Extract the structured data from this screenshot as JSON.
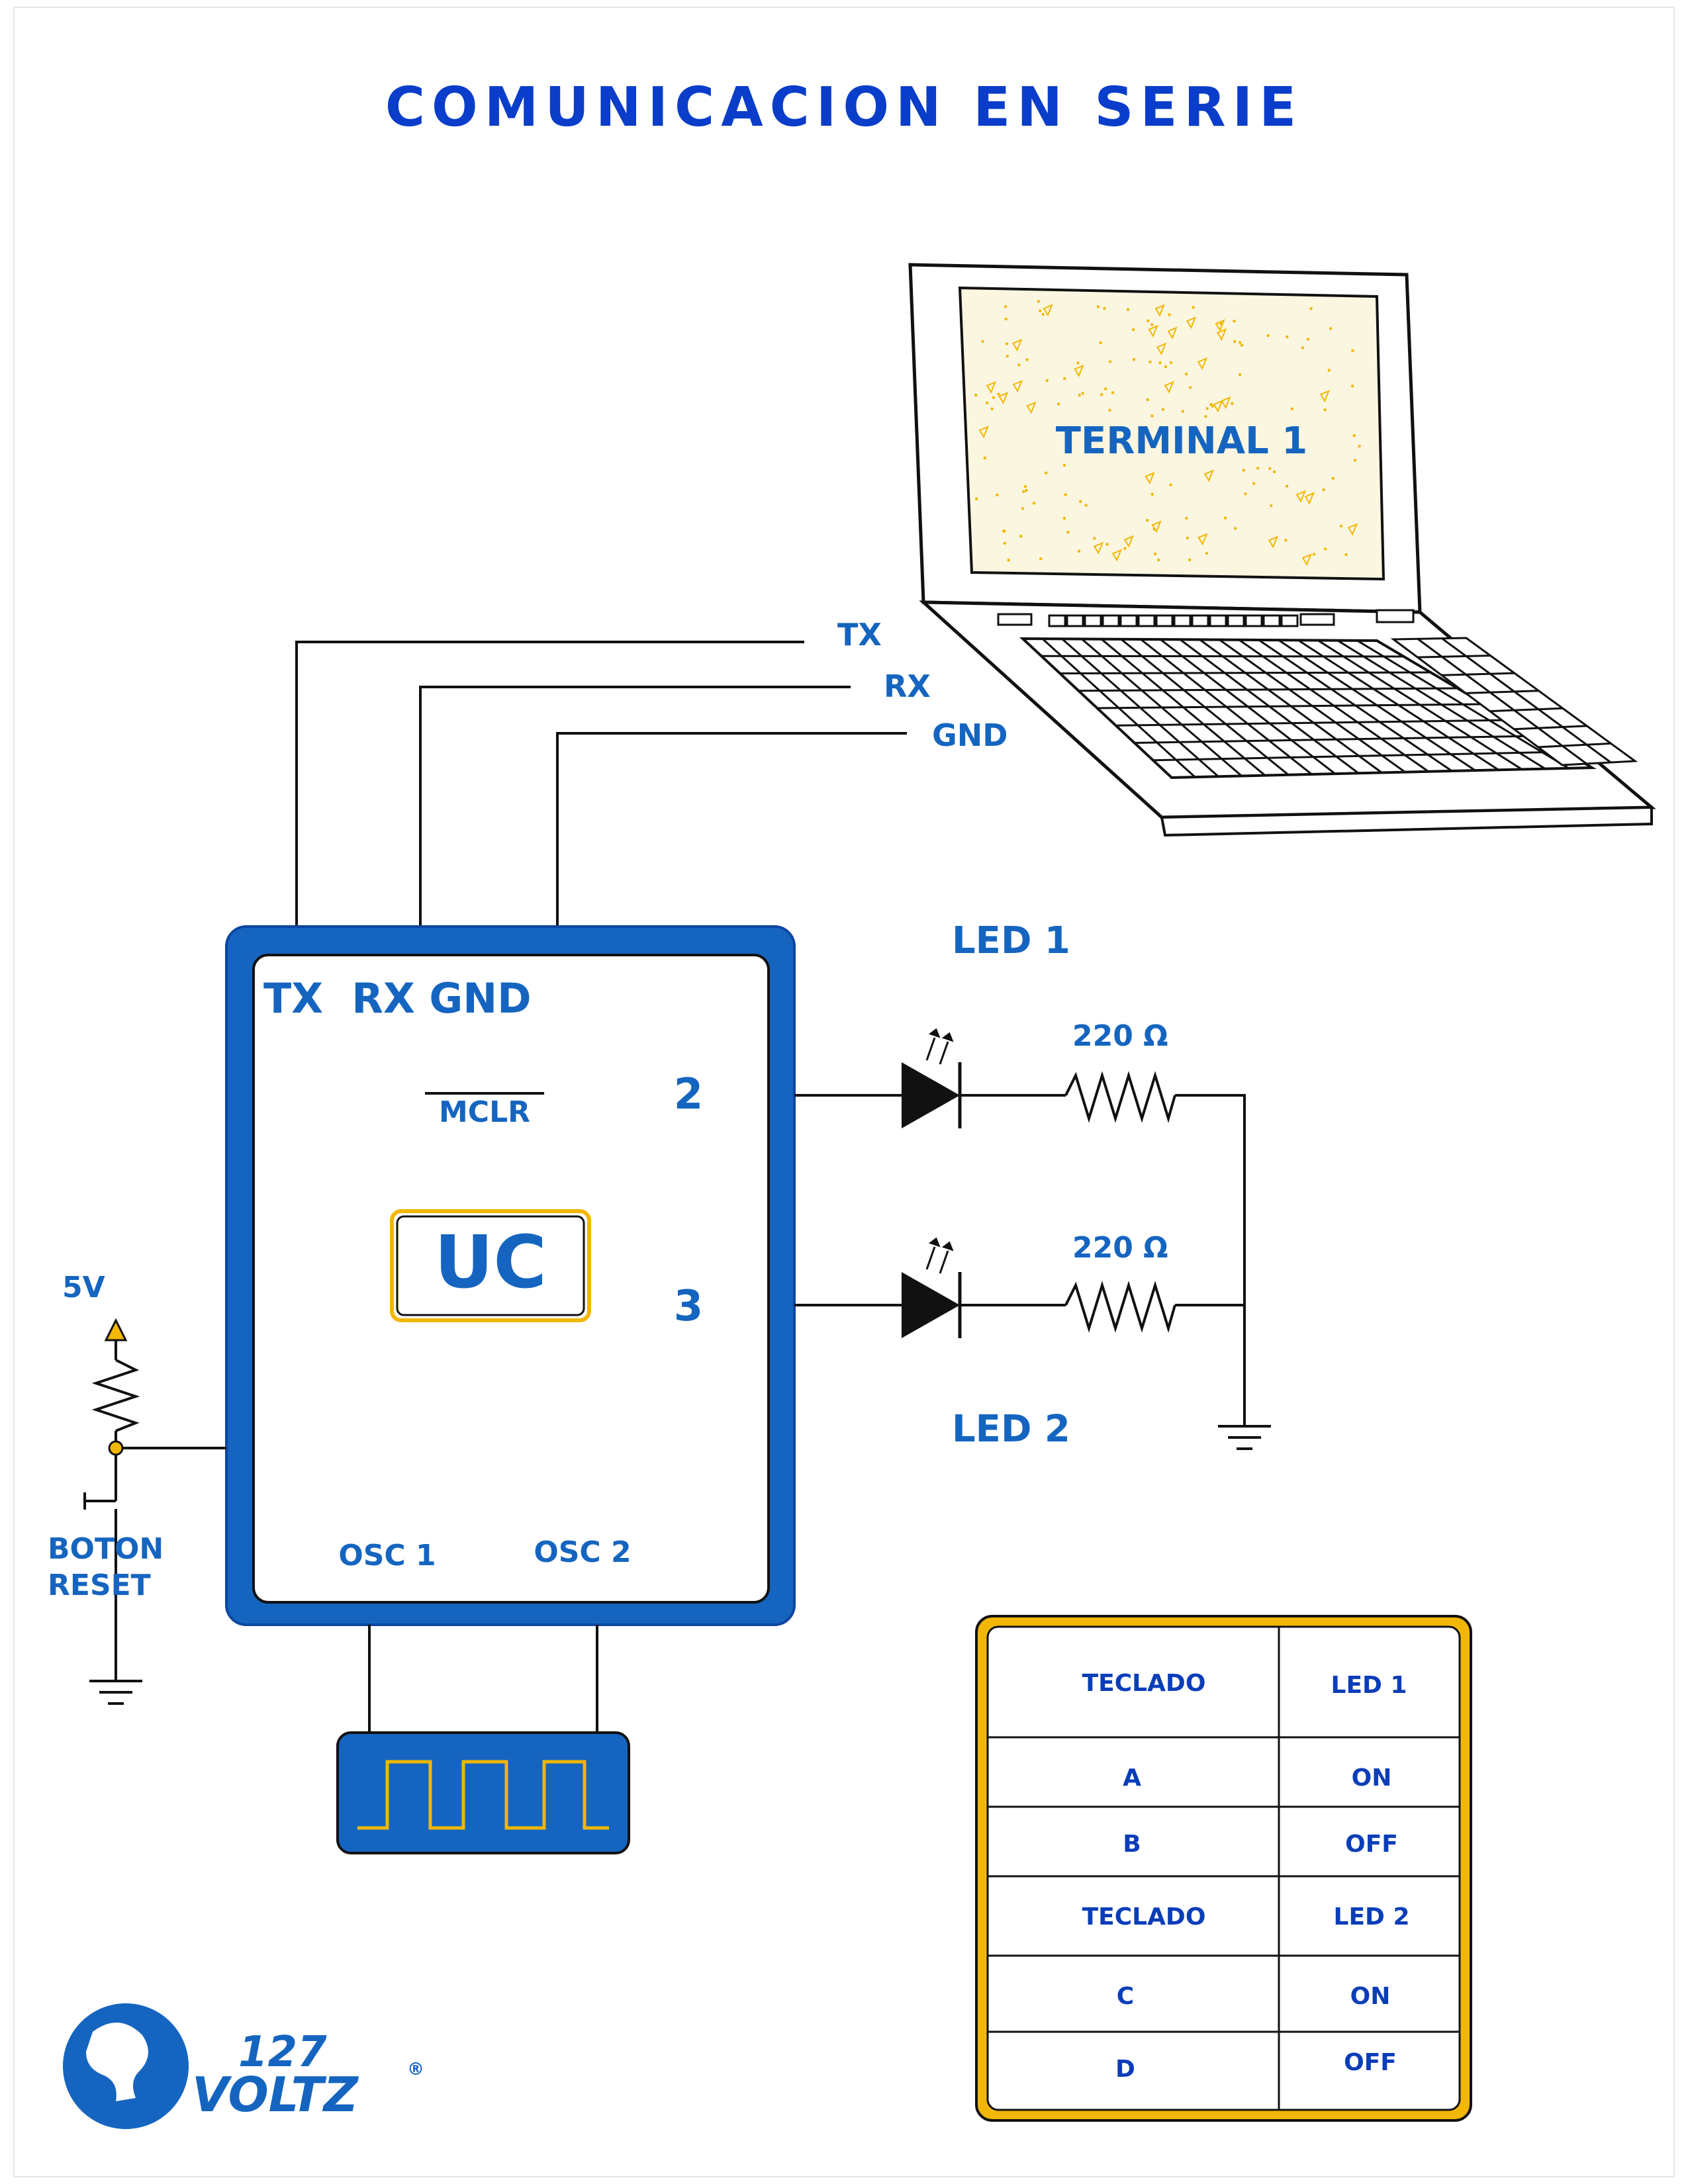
{
  "title": "COMUNICACION EN SERIE",
  "laptop": {
    "screen_label": "TERMINAL 1"
  },
  "serial_lines": [
    "TX",
    "RX",
    "GND"
  ],
  "microcontroller": {
    "pin_header": "TX  RX GND",
    "mclr": "MCLR",
    "chip_label": "UC",
    "pin_2": "2",
    "pin_3": "3",
    "osc1": "OSC 1",
    "osc2": "OSC 2"
  },
  "led1": {
    "label": "LED 1",
    "resistor": "220 Ω"
  },
  "led2": {
    "label": "LED 2",
    "resistor": "220 Ω"
  },
  "reset": {
    "supply": "5V",
    "button_line1": "BOTON",
    "button_line2": "RESET"
  },
  "table": {
    "rows": [
      [
        "TECLADO",
        "LED 1"
      ],
      [
        "A",
        "ON"
      ],
      [
        "B",
        "OFF"
      ],
      [
        "TECLADO",
        "LED 2"
      ],
      [
        "C",
        "ON"
      ],
      [
        "D",
        "OFF"
      ]
    ]
  },
  "logo": {
    "number": "127",
    "name": "VOLTZ",
    "mark": "®"
  },
  "colors": {
    "primary_blue": "#1565c0",
    "title_blue": "#0a3dc9",
    "accent_yellow": "#f2b705",
    "wire": "#111111"
  }
}
